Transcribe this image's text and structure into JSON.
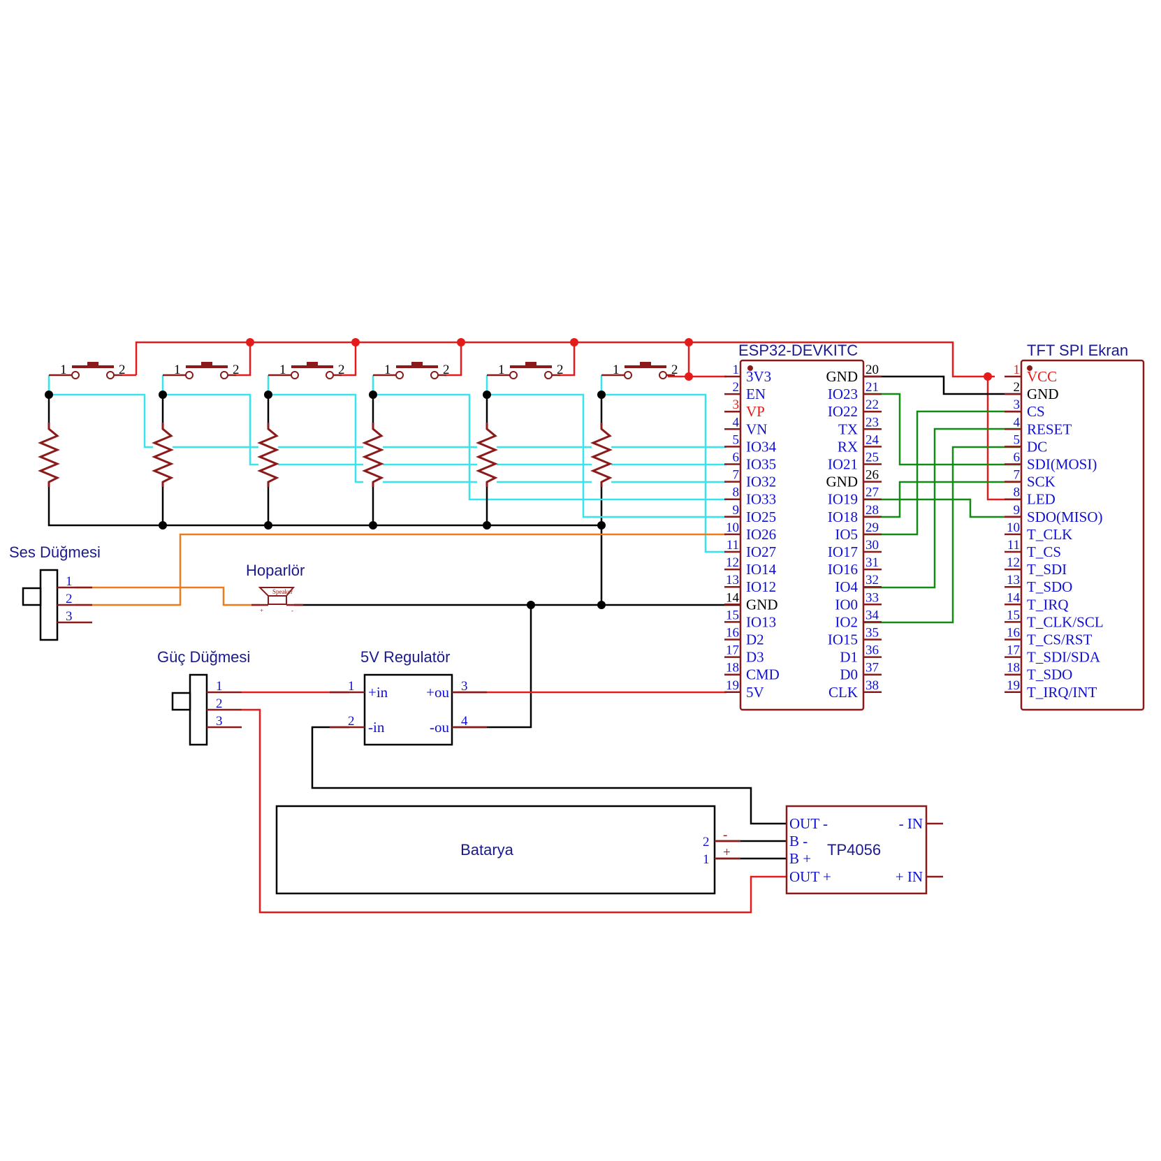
{
  "colors": {
    "power": "#e41b1b",
    "ground": "#000000",
    "button_signal": "#36e4ee",
    "spi": "#138a13",
    "audio": "#ee7a1e",
    "component": "#8b1a1a",
    "label": "#1a1a8c",
    "pin_text": "#1010d0"
  },
  "labels": {
    "esp32": "ESP32-DEVKITC",
    "tft": "TFT SPI Ekran",
    "ses": "Ses Düğmesi",
    "hoparlor": "Hoparlör",
    "speaker_text": "Speaker",
    "speaker_plus": "+",
    "speaker_minus": "-",
    "guc": "Güç Düğmesi",
    "regulator": "5V Regulatör",
    "batarya": "Batarya",
    "tp4056": "TP4056"
  },
  "buttons": [
    {
      "pin1": "1",
      "pin2": "2"
    },
    {
      "pin1": "1",
      "pin2": "2"
    },
    {
      "pin1": "1",
      "pin2": "2"
    },
    {
      "pin1": "1",
      "pin2": "2"
    },
    {
      "pin1": "1",
      "pin2": "2"
    },
    {
      "pin1": "1",
      "pin2": "2"
    }
  ],
  "esp32": {
    "left_pins": [
      {
        "num": "1",
        "name": "3V3",
        "color": "#1010d0"
      },
      {
        "num": "2",
        "name": "EN",
        "color": "#1010d0"
      },
      {
        "num": "3",
        "name": "VP",
        "color": "#e41b1b"
      },
      {
        "num": "4",
        "name": "VN",
        "color": "#1010d0"
      },
      {
        "num": "5",
        "name": "IO34",
        "color": "#1010d0"
      },
      {
        "num": "6",
        "name": "IO35",
        "color": "#1010d0"
      },
      {
        "num": "7",
        "name": "IO32",
        "color": "#1010d0"
      },
      {
        "num": "8",
        "name": "IO33",
        "color": "#1010d0"
      },
      {
        "num": "9",
        "name": "IO25",
        "color": "#1010d0"
      },
      {
        "num": "10",
        "name": "IO26",
        "color": "#1010d0"
      },
      {
        "num": "11",
        "name": "IO27",
        "color": "#1010d0"
      },
      {
        "num": "12",
        "name": "IO14",
        "color": "#1010d0"
      },
      {
        "num": "13",
        "name": "IO12",
        "color": "#1010d0"
      },
      {
        "num": "14",
        "name": "GND",
        "color": "#000000"
      },
      {
        "num": "15",
        "name": "IO13",
        "color": "#1010d0"
      },
      {
        "num": "16",
        "name": "D2",
        "color": "#1010d0"
      },
      {
        "num": "17",
        "name": "D3",
        "color": "#1010d0"
      },
      {
        "num": "18",
        "name": "CMD",
        "color": "#1010d0"
      },
      {
        "num": "19",
        "name": "5V",
        "color": "#1010d0"
      }
    ],
    "right_pins": [
      {
        "num": "20",
        "name": "GND",
        "color": "#000000"
      },
      {
        "num": "21",
        "name": "IO23",
        "color": "#1010d0"
      },
      {
        "num": "22",
        "name": "IO22",
        "color": "#1010d0"
      },
      {
        "num": "23",
        "name": "TX",
        "color": "#1010d0"
      },
      {
        "num": "24",
        "name": "RX",
        "color": "#1010d0"
      },
      {
        "num": "25",
        "name": "IO21",
        "color": "#1010d0"
      },
      {
        "num": "26",
        "name": "GND",
        "color": "#000000"
      },
      {
        "num": "27",
        "name": "IO19",
        "color": "#1010d0"
      },
      {
        "num": "28",
        "name": "IO18",
        "color": "#1010d0"
      },
      {
        "num": "29",
        "name": "IO5",
        "color": "#1010d0"
      },
      {
        "num": "30",
        "name": "IO17",
        "color": "#1010d0"
      },
      {
        "num": "31",
        "name": "IO16",
        "color": "#1010d0"
      },
      {
        "num": "32",
        "name": "IO4",
        "color": "#1010d0"
      },
      {
        "num": "33",
        "name": "IO0",
        "color": "#1010d0"
      },
      {
        "num": "34",
        "name": "IO2",
        "color": "#1010d0"
      },
      {
        "num": "35",
        "name": "IO15",
        "color": "#1010d0"
      },
      {
        "num": "36",
        "name": "D1",
        "color": "#1010d0"
      },
      {
        "num": "37",
        "name": "D0",
        "color": "#1010d0"
      },
      {
        "num": "38",
        "name": "CLK",
        "color": "#1010d0"
      }
    ]
  },
  "tft": {
    "pins": [
      {
        "num": "1",
        "name": "VCC",
        "color": "#e41b1b"
      },
      {
        "num": "2",
        "name": "GND",
        "color": "#000000"
      },
      {
        "num": "3",
        "name": "CS",
        "color": "#1010d0"
      },
      {
        "num": "4",
        "name": "RESET",
        "color": "#1010d0"
      },
      {
        "num": "5",
        "name": "DC",
        "color": "#1010d0"
      },
      {
        "num": "6",
        "name": "SDI(MOSI)",
        "color": "#1010d0"
      },
      {
        "num": "7",
        "name": "SCK",
        "color": "#1010d0"
      },
      {
        "num": "8",
        "name": "LED",
        "color": "#1010d0"
      },
      {
        "num": "9",
        "name": "SDO(MISO)",
        "color": "#1010d0"
      },
      {
        "num": "10",
        "name": "T_CLK",
        "color": "#1010d0"
      },
      {
        "num": "11",
        "name": "T_CS",
        "color": "#1010d0"
      },
      {
        "num": "12",
        "name": "T_SDI",
        "color": "#1010d0"
      },
      {
        "num": "13",
        "name": "T_SDO",
        "color": "#1010d0"
      },
      {
        "num": "14",
        "name": "T_IRQ",
        "color": "#1010d0"
      },
      {
        "num": "15",
        "name": "T_CLK/SCL",
        "color": "#1010d0"
      },
      {
        "num": "16",
        "name": "T_CS/RST",
        "color": "#1010d0"
      },
      {
        "num": "17",
        "name": "T_SDI/SDA",
        "color": "#1010d0"
      },
      {
        "num": "18",
        "name": "T_SDO",
        "color": "#1010d0"
      },
      {
        "num": "19",
        "name": "T_IRQ/INT",
        "color": "#1010d0"
      }
    ]
  },
  "ses_pins": [
    "1",
    "2",
    "3"
  ],
  "guc_pins": [
    "1",
    "2",
    "3"
  ],
  "regulator": {
    "in_plus": "+in",
    "in_minus": "-in",
    "out_plus": "+ou",
    "out_minus": "-ou",
    "pin1": "1",
    "pin2": "2",
    "pin3": "3",
    "pin4": "4"
  },
  "battery": {
    "pin2": "2",
    "pin1": "1",
    "minus": "-",
    "plus": "+"
  },
  "tp": {
    "out_minus": "OUT -",
    "b_minus": "B -",
    "b_plus": "B +",
    "out_plus": "OUT +",
    "in_minus": "- IN",
    "in_plus": "+ IN"
  }
}
